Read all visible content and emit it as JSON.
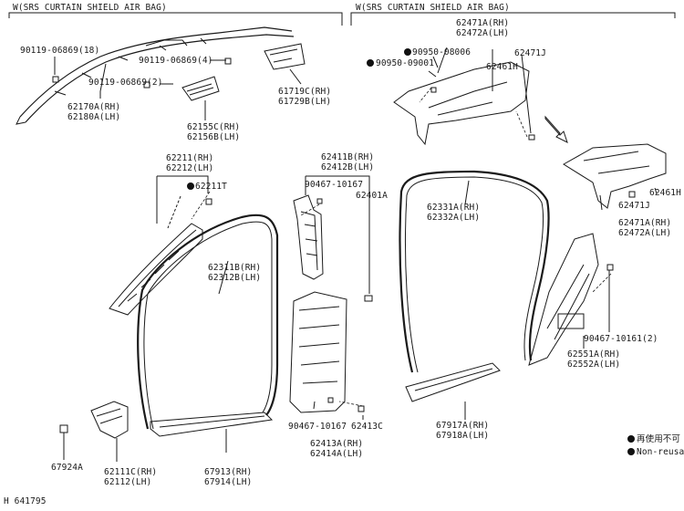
{
  "sections": {
    "left_header": "W(SRS CURTAIN SHIELD AIR BAG)",
    "right_header": "W(SRS CURTAIN SHIELD AIR BAG)"
  },
  "parts": {
    "p90119_18": "90119-06869(18)",
    "p90119_4": "90119-06869(4)",
    "p90119_2": "90119-06869(2)",
    "p62170A": "62170A(RH)",
    "p62180A": "62180A(LH)",
    "p62155C": "62155C(RH)",
    "p62156B": "62156B(LH)",
    "p61719C": "61719C(RH)",
    "p61729B": "61729B(LH)",
    "p62211": "62211(RH)",
    "p62212": "62212(LH)",
    "p62211T": "62211T",
    "p62311B": "62311B(RH)",
    "p62312B": "62312B(LH)",
    "p62411B": "62411B(RH)",
    "p62412B": "62412B(LH)",
    "p90467_10167_a": "90467-10167",
    "p62401A": "62401A",
    "p62471A": "62471A(RH)",
    "p62472A": "62472A(LH)",
    "p90950_08006": "90950-08006",
    "p62471J": "62471J",
    "p90950_09001": "90950-09001",
    "p62461H": "62461H",
    "p62331A": "62331A(RH)",
    "p62332A": "62332A(LH)",
    "p62461H_b": "62461H",
    "p62471J_b": "62471J",
    "p62471A_b": "62471A(RH)",
    "p62472A_b": "62472A(LH)",
    "p90467_10161": "90467-10161(2)",
    "p62551A": "62551A(RH)",
    "p62552A": "62552A(LH)",
    "p67917A": "67917A(RH)",
    "p67918A": "67918A(LH)",
    "p90467_10167_b": "90467-10167",
    "p62413C": "62413C",
    "p62413A": "62413A(RH)",
    "p62414A": "62414A(LH)",
    "p67913": "67913(RH)",
    "p67914": "67914(LH)",
    "p62111C": "62111C(RH)",
    "p62112": "62112(LH)",
    "p67924A": "67924A"
  },
  "legend": {
    "reusable": "再使用不可",
    "non_reusable": "Non-reusab"
  },
  "footer": {
    "figure_id": "H 641795"
  }
}
